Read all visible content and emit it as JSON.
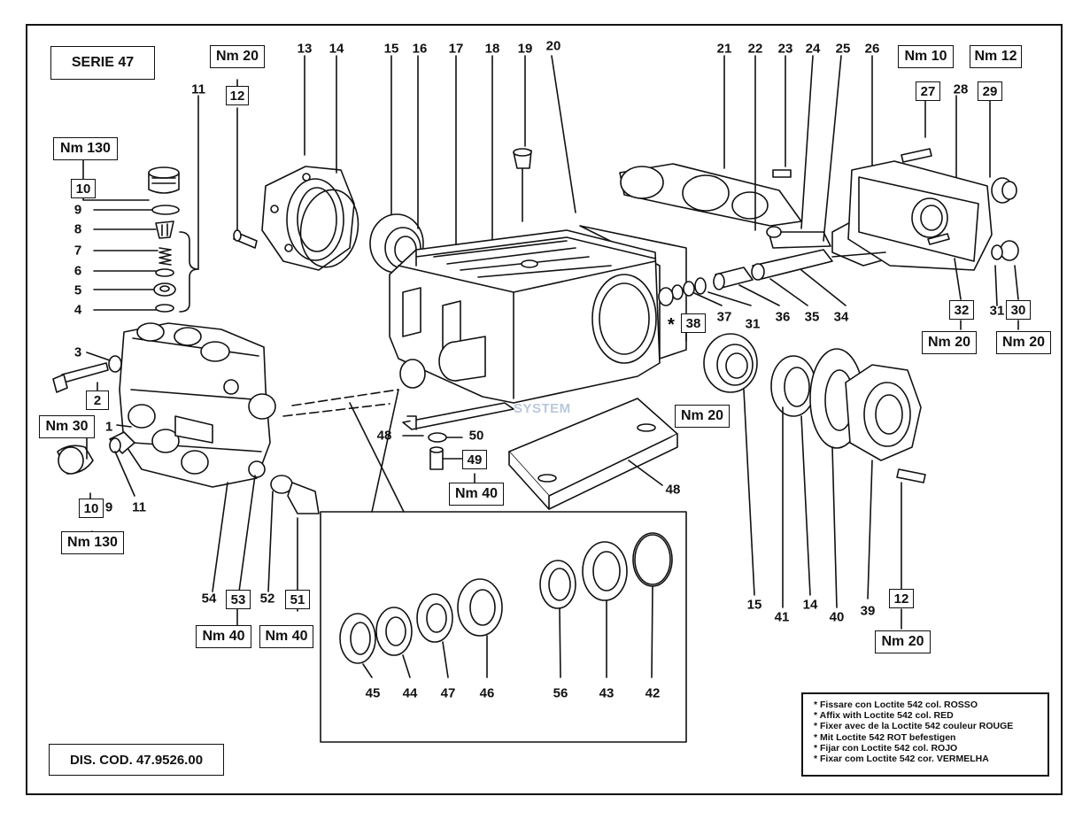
{
  "header": {
    "series": "SERIE 47"
  },
  "footer": {
    "drawing_code": "DIS. COD. 47.9526.00"
  },
  "watermark": "SYSTEM",
  "loctite_note": {
    "asterisk": "*",
    "lines": [
      "* Fissare con Loctite 542 col. ROSSO",
      "* Affix with Loctite 542 col. RED",
      "* Fixer avec de la Loctite 542 couleur ROUGE",
      "* Mit Loctite 542 ROT befestigen",
      "* Fijar con Loctite 542 col. ROJO",
      "* Fixar com Loctite 542 cor. VERMELHA"
    ]
  },
  "part_labels": {
    "p1": "1",
    "p3": "3",
    "p4": "4",
    "p5": "5",
    "p6": "6",
    "p7": "7",
    "p8": "8",
    "p9a": "9",
    "p9b": "9",
    "p11a": "11",
    "p11b": "11",
    "p13": "13",
    "p14a": "14",
    "p14b": "14",
    "p15a": "15",
    "p15b": "15",
    "p16": "16",
    "p17": "17",
    "p18": "18",
    "p19": "19",
    "p20": "20",
    "p21": "21",
    "p22": "22",
    "p23": "23",
    "p24": "24",
    "p25": "25",
    "p26": "26",
    "p28": "28",
    "p31a": "31",
    "p31b": "31",
    "p34": "34",
    "p35": "35",
    "p36": "36",
    "p37": "37",
    "p39": "39",
    "p40": "40",
    "p41": "41",
    "p42": "42",
    "p43": "43",
    "p44": "44",
    "p45": "45",
    "p46": "46",
    "p47": "47",
    "p48a": "48",
    "p48b": "48",
    "p50": "50",
    "p52": "52",
    "p54": "54",
    "p56": "56"
  },
  "boxed_parts": {
    "b2": "2",
    "b10a": "10",
    "b10b": "10",
    "b12a": "12",
    "b12b": "12",
    "b27": "27",
    "b29": "29",
    "b30": "30",
    "b32": "32",
    "b38": "38",
    "b49": "49",
    "b51": "51",
    "b53": "53"
  },
  "torque_values": {
    "t_nm20_12a": "Nm 20",
    "t_nm130_10a": "Nm 130",
    "t_nm30_2": "Nm 30",
    "t_nm130_10b": "Nm 130",
    "t_nm40_53": "Nm 40",
    "t_nm40_51": "Nm 40",
    "t_nm40_49": "Nm 40",
    "t_nm20_38": "Nm 20",
    "t_nm10_27": "Nm 10",
    "t_nm12_29": "Nm 12",
    "t_nm20_32": "Nm 20",
    "t_nm20_30": "Nm 20",
    "t_nm20_12b": "Nm 20"
  },
  "colors": {
    "line": "#111111",
    "paper": "#ffffff",
    "watermark": "#b9c9dd"
  }
}
